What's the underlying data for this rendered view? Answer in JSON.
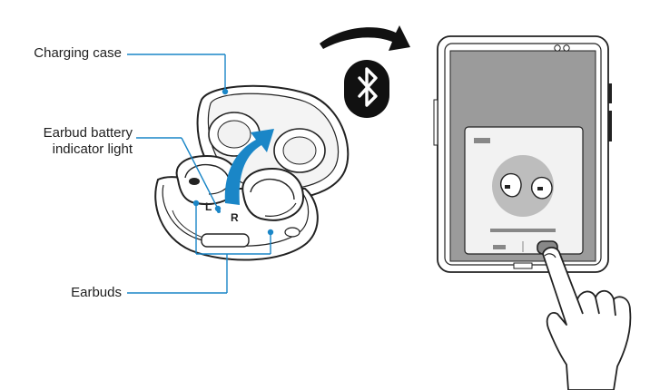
{
  "labels": {
    "charging_case": "Charging case",
    "battery_line1": "Earbud battery",
    "battery_line2": "indicator light",
    "earbuds": "Earbuds"
  },
  "case_marks": {
    "left": "L",
    "right": "R"
  },
  "icons": [
    "bluetooth-icon",
    "curved-arrow-icon",
    "pointing-hand-icon"
  ],
  "colors": {
    "callout": "#1a86c7",
    "arrow": "#1a86c7",
    "outline": "#222222",
    "phone_screen": "#9b9b9b",
    "dialog_bg": "#f2f2f2"
  }
}
